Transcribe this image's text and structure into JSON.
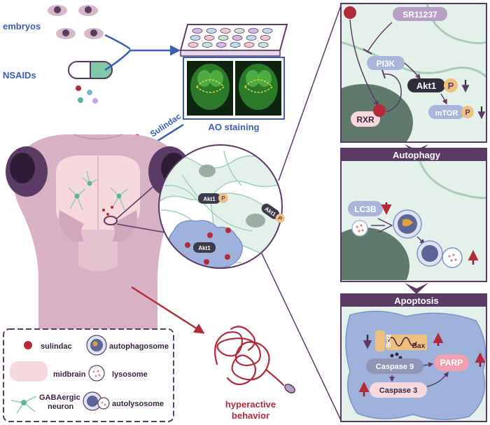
{
  "left": {
    "embryos": "embryos",
    "nsaids": "NSAIDs",
    "ao_staining": "AO staining",
    "sulindac": "Sulindac",
    "hyperactive_line1": "hyperactive",
    "hyperactive_line2": "behavior"
  },
  "inset": {
    "akt1p_top": "Akt1",
    "akt1p_right": "Akt1",
    "akt1_blue": "Akt1",
    "p": "P"
  },
  "legend": {
    "sulindac": "sulindac",
    "autophagosome": "autophagosome",
    "midbrain": "midbrain",
    "lysosome": "lysosome",
    "gaba_line1": "GABAergic",
    "gaba_line2": "neuron",
    "autolysosome": "autolysosome"
  },
  "pathway": {
    "sr11237": "SR11237",
    "pi3k": "PI3K",
    "akt1": "Akt1",
    "p": "P",
    "mtor": "mTOR",
    "rxr": "RXR"
  },
  "autophagy": {
    "header": "Autophagy",
    "lc3b": "LC3B"
  },
  "apoptosis": {
    "header": "Apoptosis",
    "bcl2": "Bcl2",
    "bax": "Bax",
    "caspase9": "Caspase 9",
    "caspase3": "Caspase 3",
    "parp": "PARP"
  },
  "colors": {
    "blue": "#3a5fb5",
    "purple": "#5c3a66",
    "red": "#b32a38",
    "pink": "#f3c9cf",
    "mint": "#e3f1ea"
  }
}
